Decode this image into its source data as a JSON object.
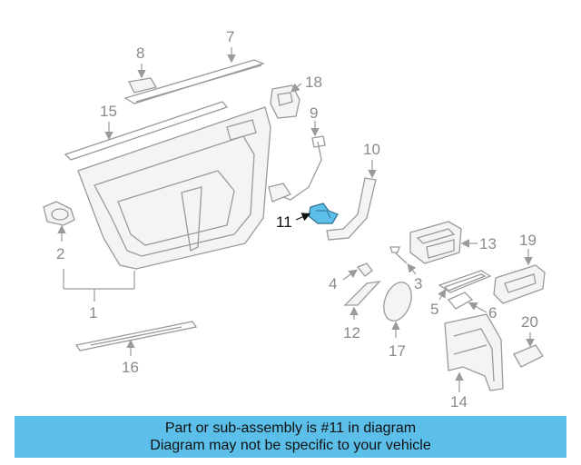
{
  "diagram": {
    "highlight_color": "#5bbfea",
    "caption_bg": "#5bbfea",
    "highlighted_part": "11",
    "labels": {
      "l1": "1",
      "l2": "2",
      "l3": "3",
      "l4": "4",
      "l5": "5",
      "l6": "6",
      "l7": "7",
      "l8": "8",
      "l9": "9",
      "l10": "10",
      "l11": "11",
      "l12": "12",
      "l13": "13",
      "l14": "14",
      "l15": "15",
      "l16": "16",
      "l17": "17",
      "l18": "18",
      "l19": "19",
      "l20": "20"
    }
  },
  "caption": {
    "line1": "Part or sub-assembly is #11 in diagram",
    "line2": "Diagram may not be specific to your vehicle"
  }
}
